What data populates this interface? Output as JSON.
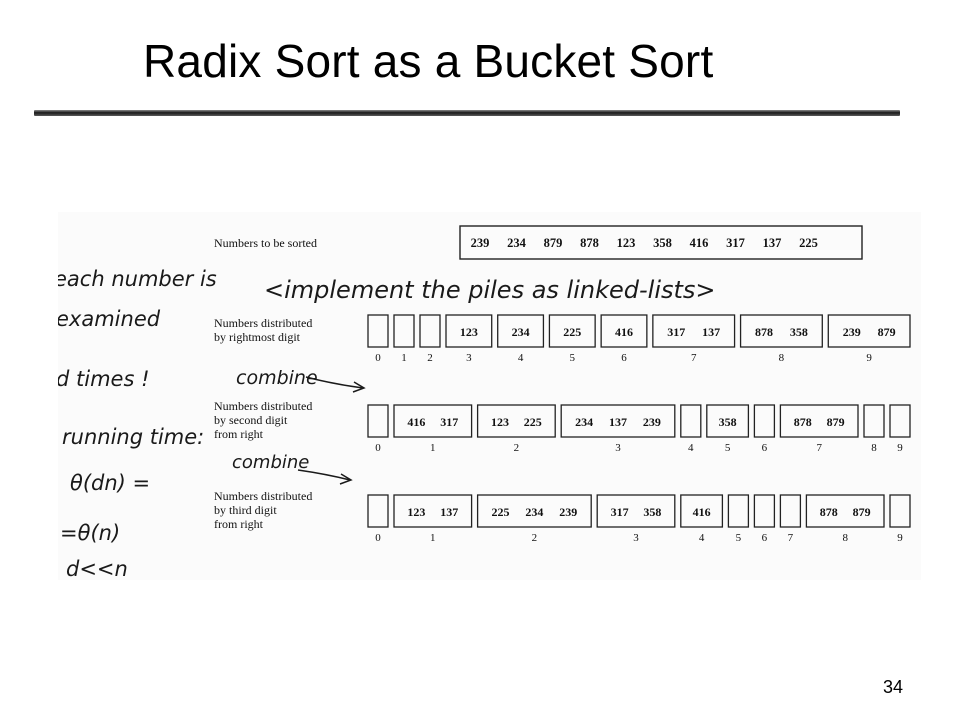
{
  "slide": {
    "title": "Radix Sort as a Bucket Sort",
    "page_number": "34"
  },
  "figure": {
    "input_label": "Numbers to be sorted",
    "input_numbers": [
      "239",
      "234",
      "879",
      "878",
      "123",
      "358",
      "416",
      "317",
      "137",
      "225"
    ],
    "handwritten_note": "<implement the piles as linked-lists>",
    "passes": [
      {
        "label_lines": [
          "Numbers distributed",
          "by rightmost digit"
        ],
        "buckets": [
          {
            "index": "0",
            "items": []
          },
          {
            "index": "1",
            "items": []
          },
          {
            "index": "2",
            "items": []
          },
          {
            "index": "3",
            "items": [
              "123"
            ]
          },
          {
            "index": "4",
            "items": [
              "234"
            ]
          },
          {
            "index": "5",
            "items": [
              "225"
            ]
          },
          {
            "index": "6",
            "items": [
              "416"
            ]
          },
          {
            "index": "7",
            "items": [
              "317",
              "137"
            ]
          },
          {
            "index": "8",
            "items": [
              "878",
              "358"
            ]
          },
          {
            "index": "9",
            "items": [
              "239",
              "879"
            ]
          }
        ]
      },
      {
        "label_lines": [
          "Numbers distributed",
          "by second digit",
          "from right"
        ],
        "buckets": [
          {
            "index": "0",
            "items": []
          },
          {
            "index": "1",
            "items": [
              "416",
              "317"
            ]
          },
          {
            "index": "2",
            "items": [
              "123",
              "225"
            ]
          },
          {
            "index": "3",
            "items": [
              "234",
              "137",
              "239"
            ]
          },
          {
            "index": "4",
            "items": []
          },
          {
            "index": "5",
            "items": [
              "358"
            ]
          },
          {
            "index": "6",
            "items": []
          },
          {
            "index": "7",
            "items": [
              "878",
              "879"
            ]
          },
          {
            "index": "8",
            "items": []
          },
          {
            "index": "9",
            "items": []
          }
        ]
      },
      {
        "label_lines": [
          "Numbers distributed",
          "by third digit",
          "from right"
        ],
        "buckets": [
          {
            "index": "0",
            "items": []
          },
          {
            "index": "1",
            "items": [
              "123",
              "137"
            ]
          },
          {
            "index": "2",
            "items": [
              "225",
              "234",
              "239"
            ]
          },
          {
            "index": "3",
            "items": [
              "317",
              "358"
            ]
          },
          {
            "index": "4",
            "items": [
              "416"
            ]
          },
          {
            "index": "5",
            "items": []
          },
          {
            "index": "6",
            "items": []
          },
          {
            "index": "7",
            "items": []
          },
          {
            "index": "8",
            "items": [
              "878",
              "879"
            ]
          },
          {
            "index": "9",
            "items": []
          }
        ]
      }
    ],
    "left_notes": [
      "each number is",
      "examined",
      "d times !",
      "running time:",
      "θ(dn) =",
      "=θ(n)",
      "d<<n"
    ],
    "combine_notes": [
      "combine",
      "combine"
    ]
  }
}
